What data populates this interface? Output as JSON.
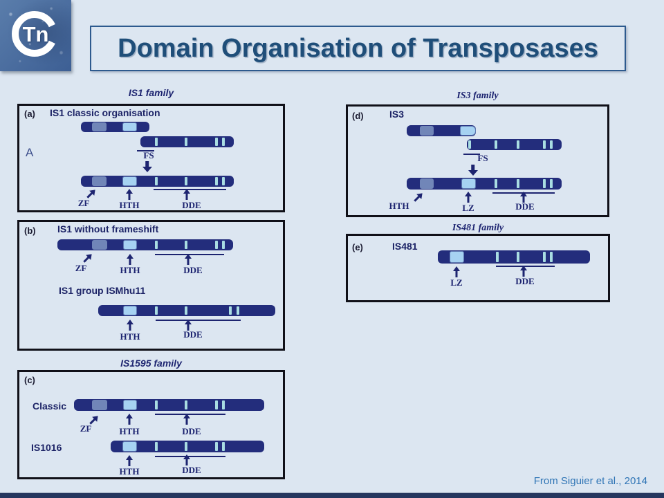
{
  "header": {
    "logo_text": "Tn",
    "title": "Domain Organisation of Transposases"
  },
  "footer": {
    "citation": "From Siguier et al., 2014"
  },
  "panel_a": {
    "family_title": "IS1 family",
    "corner_label": "(a)",
    "heading": "IS1 classic organisation",
    "side_label": "A",
    "fs_label": "FS",
    "labels": {
      "zf": "ZF",
      "hth": "HTH",
      "dde": "DDE"
    }
  },
  "panel_b": {
    "corner_label": "(b)",
    "row1": {
      "heading": "IS1 without frameshift",
      "labels": {
        "zf": "ZF",
        "hth": "HTH",
        "dde": "DDE"
      }
    },
    "row2": {
      "heading": "IS1 group ISMhu11",
      "labels": {
        "hth": "HTH",
        "dde": "DDE"
      }
    }
  },
  "panel_c": {
    "family_title": "IS1595 family",
    "corner_label": "(c)",
    "row1": {
      "heading": "Classic",
      "labels": {
        "zf": "ZF",
        "hth": "HTH",
        "dde": "DDE"
      }
    },
    "row2": {
      "heading": "IS1016",
      "labels": {
        "hth": "HTH",
        "dde": "DDE"
      }
    }
  },
  "panel_d": {
    "family_title": "IS3 family",
    "corner_label": "(d)",
    "heading": "IS3",
    "fs_label": "FS",
    "labels": {
      "hth": "HTH",
      "lz": "LZ",
      "dde": "DDE"
    }
  },
  "panel_e": {
    "family_title": "IS481 family",
    "corner_label": "(e)",
    "heading": "IS481",
    "labels": {
      "lz": "LZ",
      "dde": "DDE"
    }
  },
  "colors": {
    "slide_background": "#dce6f1",
    "bar_navy": "#232d7c",
    "domain_slate": "#7186b8",
    "domain_light_blue": "#a6d2f2",
    "residue_tick": "#a9dde2",
    "label_navy": "#1d2470",
    "title_text": "#1f4e79",
    "citation_text": "#2e74b5",
    "bottom_bar": "#25365e",
    "logo_background": "#4a6fa8"
  }
}
